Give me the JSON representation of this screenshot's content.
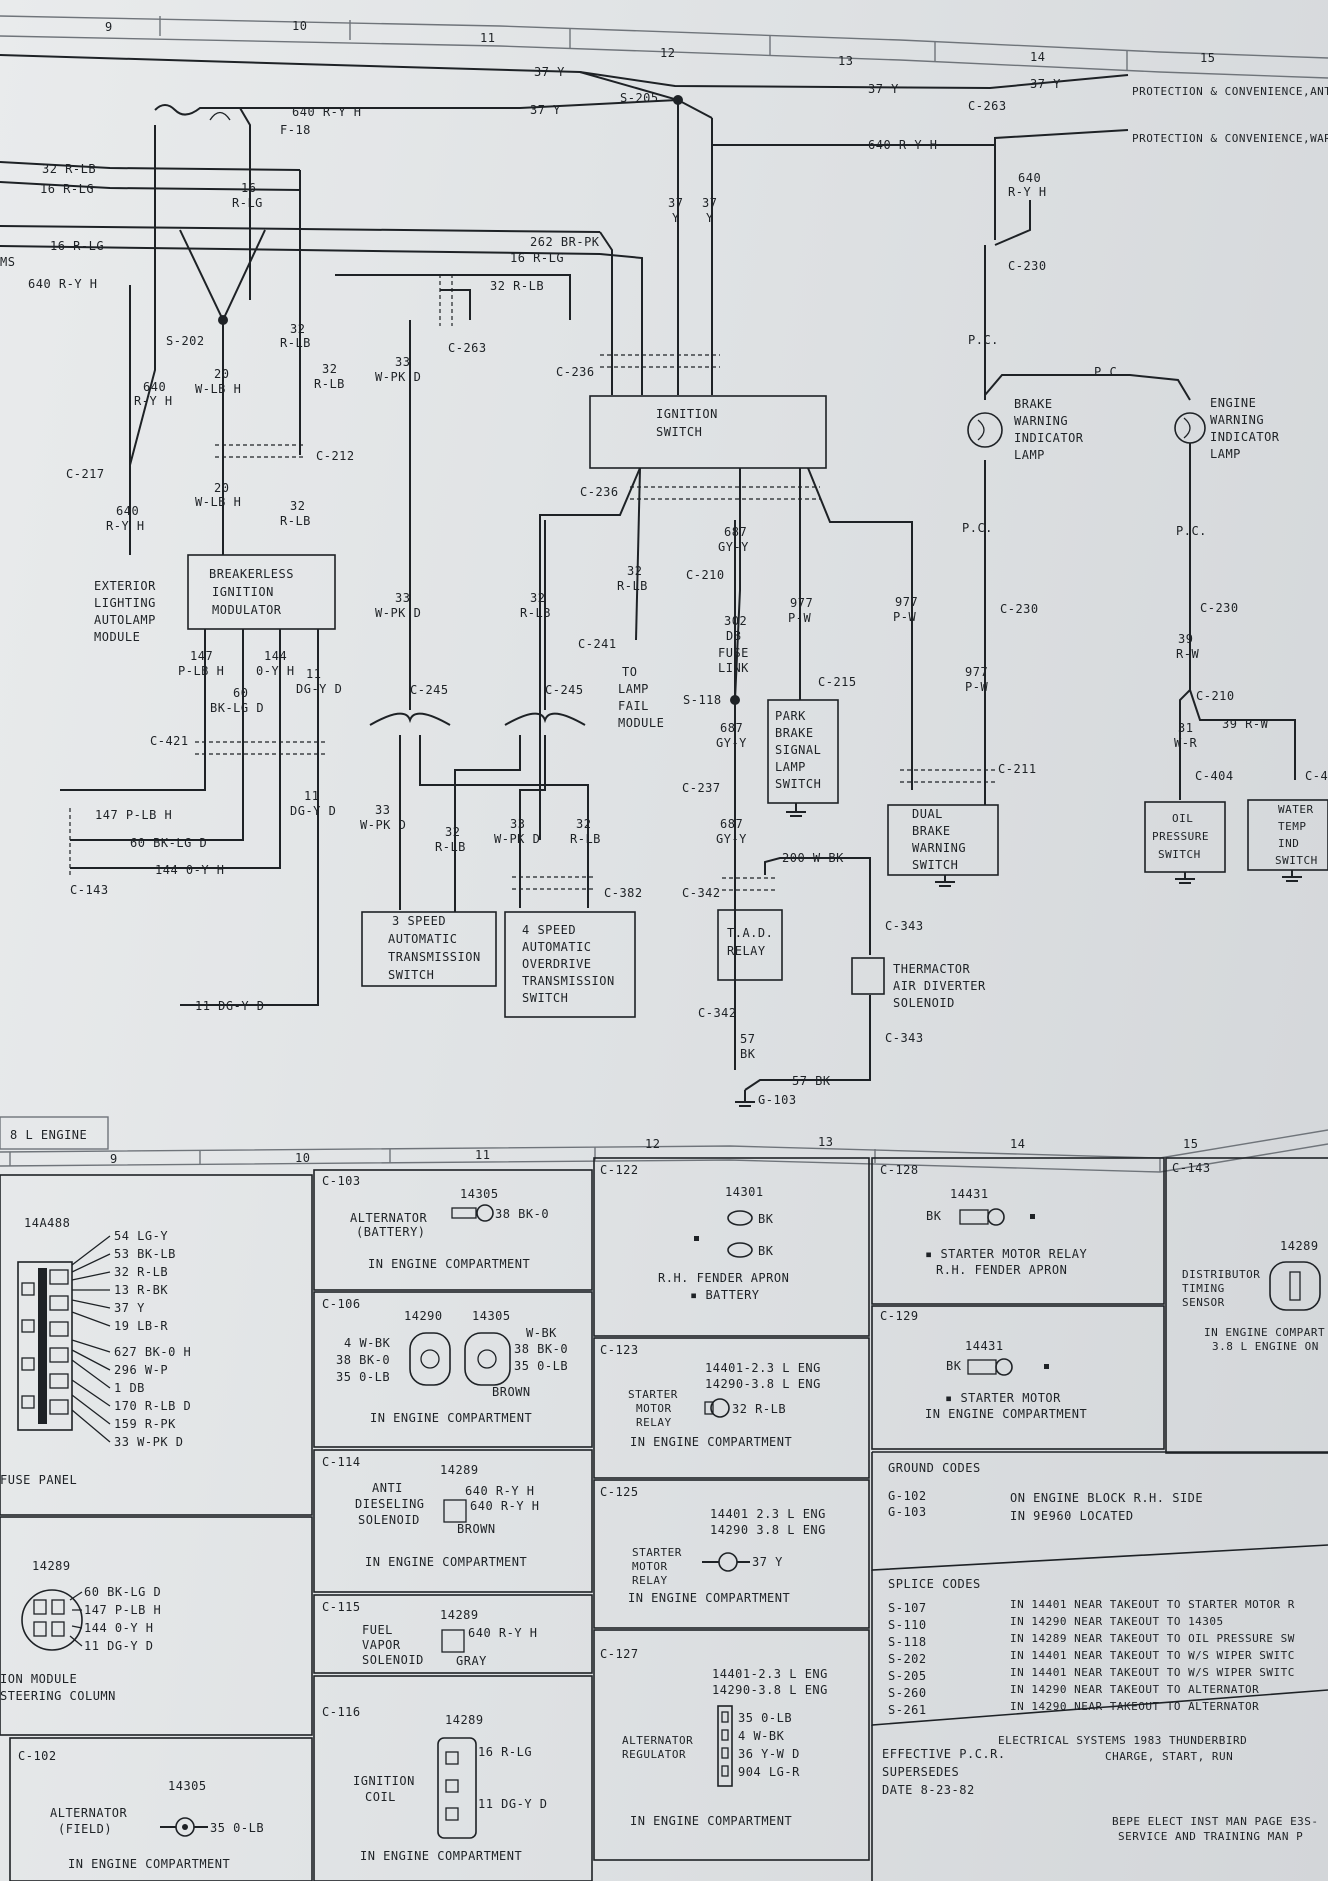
{
  "columns_top": [
    "9",
    "10",
    "11",
    "12",
    "13",
    "14",
    "15"
  ],
  "columns_bottom": [
    "9",
    "10",
    "11",
    "12",
    "13",
    "14",
    "15"
  ],
  "engine_tab": "8 L ENGINE",
  "wires": {
    "w37y_1": "37 Y",
    "w37y_2": "37 Y",
    "w37y_3": "37 Y",
    "w37y_4": "37 Y",
    "w640ryh_top": "640 R-Y H",
    "w640ryh_right": "640 R-Y H",
    "w32rlb": "32 R-LB",
    "w16rlg": "16 R-LG",
    "w16rlg_2": "16 R-LG",
    "w640ryh_left": "640 R-Y H",
    "w262brpk": "262 BR-PK",
    "w16rlg_3": "16 R-LG",
    "w32rlb_2": "32 R-LB",
    "w16": "16",
    "wrlg": "R-LG",
    "w20": "20",
    "wwlbh": "W-LB H",
    "w32a": "32",
    "wrlb_a": "R-LB",
    "w32b": "32",
    "wrlb_b": "R-LB",
    "w640": "640",
    "wryh": "R-Y H",
    "w33": "33",
    "wwpkd": "W-PK D",
    "w37a": "37",
    "wya": "Y",
    "w37b": "37",
    "wyb": "Y",
    "w20b": "20",
    "wwlbh_b": "W-LB H",
    "w32c": "32",
    "wrlb_c": "R-LB",
    "w640b": "640",
    "wryh_b": "R-Y H",
    "w147": "147",
    "wplbh": "P-LB H",
    "w144": "144",
    "woyh": "0-Y H",
    "w60": "60",
    "wbklgd": "BK-LG D",
    "w11": "11",
    "wdgyd": "DG-Y D",
    "w33b": "33",
    "wwpkd_b": "W-PK D",
    "w32d": "32",
    "wrlb_d": "R-LB",
    "w32e": "32",
    "wrlb_e": "R-LB",
    "w687": "687",
    "wgyy": "GY-Y",
    "w302": "302",
    "wdb": "DB",
    "wfuse": "FUSE",
    "wlink": "LINK",
    "w687b": "687",
    "wgyyb": "GY-Y",
    "w687c": "687",
    "wgyyc": "GY-Y",
    "w977": "977",
    "wpw": "P-W",
    "w977b": "977",
    "wpwb": "P-W",
    "w977c": "977",
    "wpwc": "P-W",
    "w147l": "147 P-LB H",
    "w60l": "60 BK-LG D",
    "w144l": "144 0-Y H",
    "w11b": "11",
    "wdgydb": "DG-Y D",
    "w33c": "33",
    "wwpkd_c": "W-PK D",
    "w32f": "32",
    "wrlb_f": "R-LB",
    "w33d": "33",
    "wwpkd_d": "W-PK D",
    "w32g": "32",
    "wrlb_g": "R-LB",
    "w200": "200 W-BK",
    "w57": "57",
    "wbk": "BK",
    "w57l": "57 BK",
    "w11dgyd": "11 DG-Y D",
    "w640c": "640",
    "wryhc": "R-Y H",
    "wpc1": "P.C.",
    "wpc2": "P.C.",
    "wpc3": "P.C.",
    "wpc4": "P.C.",
    "w39": "39",
    "wrw": "R-W",
    "w31": "31",
    "wwr": "W-R",
    "w39rw": "39 R-W"
  },
  "connectors": {
    "s205": "S-205",
    "f18": "F-18",
    "c263": "C-263",
    "c263b": "C-263",
    "s202": "S-202",
    "c217": "C-217",
    "c236": "C-236",
    "c236b": "C-236",
    "c212": "C-212",
    "c230": "C-230",
    "c230b": "C-230",
    "c230c": "C-230",
    "c210": "C-210",
    "c241": "C-241",
    "c245": "C-245",
    "c245b": "C-245",
    "c421": "C-421",
    "s118": "S-118",
    "c215": "C-215",
    "c237": "C-237",
    "c211": "C-211",
    "c143": "C-143",
    "c382": "C-382",
    "c342": "C-342",
    "c343": "C-343",
    "c342b": "C-342",
    "c343b": "C-343",
    "g103": "G-103",
    "c210b": "C-210",
    "c404": "C-404",
    "c4x": "C-4",
    "ms": "MS"
  },
  "components": {
    "prot1": "PROTECTION & CONVENIENCE,ANT",
    "prot2": "PROTECTION & CONVENIENCE,WAR",
    "ign_l1": "IGNITION",
    "ign_l2": "SWITCH",
    "brk_l1": "BREAKERLESS",
    "brk_l2": "IGNITION",
    "brk_l3": "MODULATOR",
    "ext_l1": "EXTERIOR",
    "ext_l2": "LIGHTING",
    "ext_l3": "AUTOLAMP",
    "ext_l4": "MODULE",
    "lamp_l1": "TO",
    "lamp_l2": "LAMP",
    "lamp_l3": "FAIL",
    "lamp_l4": "MODULE",
    "bwl_l1": "BRAKE",
    "bwl_l2": "WARNING",
    "bwl_l3": "INDICATOR",
    "bwl_l4": "LAMP",
    "ewl_l1": "ENGINE",
    "ewl_l2": "WARNING",
    "ewl_l3": "INDICATOR",
    "ewl_l4": "LAMP",
    "pbs_l1": "PARK",
    "pbs_l2": "BRAKE",
    "pbs_l3": "SIGNAL",
    "pbs_l4": "LAMP",
    "pbs_l5": "SWITCH",
    "dbw_l1": "DUAL",
    "dbw_l2": "BRAKE",
    "dbw_l3": "WARNING",
    "dbw_l4": "SWITCH",
    "ops_l1": "OIL",
    "ops_l2": "PRESSURE",
    "ops_l3": "SWITCH",
    "wts_l1": "WATER",
    "wts_l2": "TEMP",
    "wts_l3": "IND",
    "wts_l4": "SWITCH",
    "tad_l1": "T.A.D.",
    "tad_l2": "RELAY",
    "ths_l1": "THERMACTOR",
    "ths_l2": "AIR DIVERTER",
    "ths_l3": "SOLENOID",
    "s3_l1": "3 SPEED",
    "s3_l2": "AUTOMATIC",
    "s3_l3": "TRANSMISSION",
    "s3_l4": "SWITCH",
    "s4_l1": "4 SPEED",
    "s4_l2": "AUTOMATIC",
    "s4_l3": "OVERDRIVE",
    "s4_l4": "TRANSMISSION",
    "s4_l5": "SWITCH"
  },
  "fuse_panel": {
    "part": "14A488",
    "caption": "FUSE PANEL",
    "wires": [
      "54 LG-Y",
      "53 BK-LB",
      "32 R-LB",
      "13 R-BK",
      "37 Y",
      "19 LB-R",
      "627 BK-0 H",
      "296 W-P",
      "1 DB",
      "170 R-LB D",
      "159 R-PK",
      "33 W-PK D"
    ]
  },
  "ignition_module": {
    "part": "14289",
    "caption1": "ION MODULE",
    "caption2": "STEERING COLUMN",
    "wires": [
      "60 BK-LG D",
      "147 P-LB H",
      "144 0-Y H",
      "11 DG-Y D"
    ]
  },
  "panels": {
    "c103": {
      "id": "C-103",
      "part": "14305",
      "name": "ALTERNATOR",
      "sub": "(BATTERY)",
      "wire": "38 BK-0",
      "loc": "IN ENGINE COMPARTMENT"
    },
    "c106": {
      "id": "C-106",
      "part1": "14290",
      "part2": "14305",
      "w1": "4 W-BK",
      "w2": "38 BK-0",
      "w3": "35 0-LB",
      "w4": "W-BK",
      "w5": "38 BK-0",
      "w6": "35 0-LB",
      "brown": "BROWN",
      "loc": "IN ENGINE COMPARTMENT"
    },
    "c114": {
      "id": "C-114",
      "part": "14289",
      "n1": "ANTI",
      "n2": "DIESELING",
      "n3": "SOLENOID",
      "w1": "640 R-Y H",
      "w2": "640 R-Y H",
      "brown": "BROWN",
      "loc": "IN ENGINE COMPARTMENT"
    },
    "c115": {
      "id": "C-115",
      "part": "14289",
      "n1": "FUEL",
      "n2": "VAPOR",
      "n3": "SOLENOID",
      "w1": "640 R-Y H",
      "gray": "GRAY"
    },
    "c116": {
      "id": "C-116",
      "part": "14289",
      "n1": "IGNITION",
      "n2": "COIL",
      "w1": "16 R-LG",
      "w2": "11 DG-Y D",
      "loc": "IN ENGINE COMPARTMENT"
    },
    "c102": {
      "id": "C-102",
      "part": "14305",
      "n1": "ALTERNATOR",
      "n2": "(FIELD)",
      "w1": "35 0-LB",
      "loc": "IN ENGINE COMPARTMENT"
    },
    "c122": {
      "id": "C-122",
      "part": "14301",
      "w1": "BK",
      "w2": "BK",
      "n1": "R.H. FENDER APRON",
      "n2": "▪ BATTERY"
    },
    "c123": {
      "id": "C-123",
      "p1": "14401-2.3 L ENG",
      "p2": "14290-3.8 L ENG",
      "n1": "STARTER",
      "n2": "MOTOR",
      "n3": "RELAY",
      "w1": "32 R-LB",
      "loc": "IN ENGINE COMPARTMENT"
    },
    "c125": {
      "id": "C-125",
      "p1": "14401 2.3 L ENG",
      "p2": "14290 3.8 L ENG",
      "n1": "STARTER",
      "n2": "MOTOR",
      "n3": "RELAY",
      "w1": "37 Y",
      "loc": "IN ENGINE COMPARTMENT"
    },
    "c127": {
      "id": "C-127",
      "p1": "14401-2.3 L ENG",
      "p2": "14290-3.8 L ENG",
      "n1": "ALTERNATOR",
      "n2": "REGULATOR",
      "w1": "35 0-LB",
      "w2": "4 W-BK",
      "w3": "36 Y-W D",
      "w4": "904 LG-R",
      "loc": "IN ENGINE COMPARTMENT"
    },
    "c128": {
      "id": "C-128",
      "part": "14431",
      "w1": "BK",
      "n1": "▪ STARTER MOTOR RELAY",
      "n2": "R.H. FENDER APRON"
    },
    "c129": {
      "id": "C-129",
      "part": "14431",
      "w1": "BK",
      "n1": "▪ STARTER MOTOR",
      "n2": "IN ENGINE COMPARTMENT"
    },
    "c143": {
      "id": "C-143",
      "part": "14289",
      "n1": "DISTRIBUTOR",
      "n2": "TIMING",
      "n3": "SENSOR",
      "loc1": "IN ENGINE COMPART",
      "loc2": "3.8 L ENGINE ON"
    }
  },
  "ground_codes": {
    "title": "GROUND CODES",
    "rows": [
      [
        "G-102",
        "ON ENGINE BLOCK R.H. SIDE"
      ],
      [
        "G-103",
        "IN 9E960 LOCATED"
      ]
    ]
  },
  "splice_codes": {
    "title": "SPLICE CODES",
    "rows": [
      [
        "S-107",
        "IN 14401 NEAR TAKEOUT TO STARTER MOTOR R"
      ],
      [
        "S-110",
        "IN 14290 NEAR TAKEOUT TO 14305"
      ],
      [
        "S-118",
        "IN 14289 NEAR TAKEOUT TO OIL PRESSURE SW"
      ],
      [
        "S-202",
        "IN 14401 NEAR TAKEOUT TO W/S WIPER SWITC"
      ],
      [
        "S-205",
        "IN 14401 NEAR TAKEOUT TO W/S WIPER SWITC"
      ],
      [
        "S-260",
        "IN 14290 NEAR TAKEOUT TO ALTERNATOR"
      ],
      [
        "S-261",
        "IN 14290 NEAR TAKEOUT TO ALTERNATOR"
      ]
    ]
  },
  "footer": {
    "title": "ELECTRICAL SYSTEMS 1983 THUNDERBIRD",
    "subtitle": "CHARGE, START, RUN",
    "eff": "EFFECTIVE P.C.R.",
    "sup": "SUPERSEDES",
    "date": "DATE 8-23-82",
    "ref1": "BEPE ELECT INST MAN PAGE E3S-",
    "ref2": "SERVICE AND TRAINING MAN P"
  }
}
